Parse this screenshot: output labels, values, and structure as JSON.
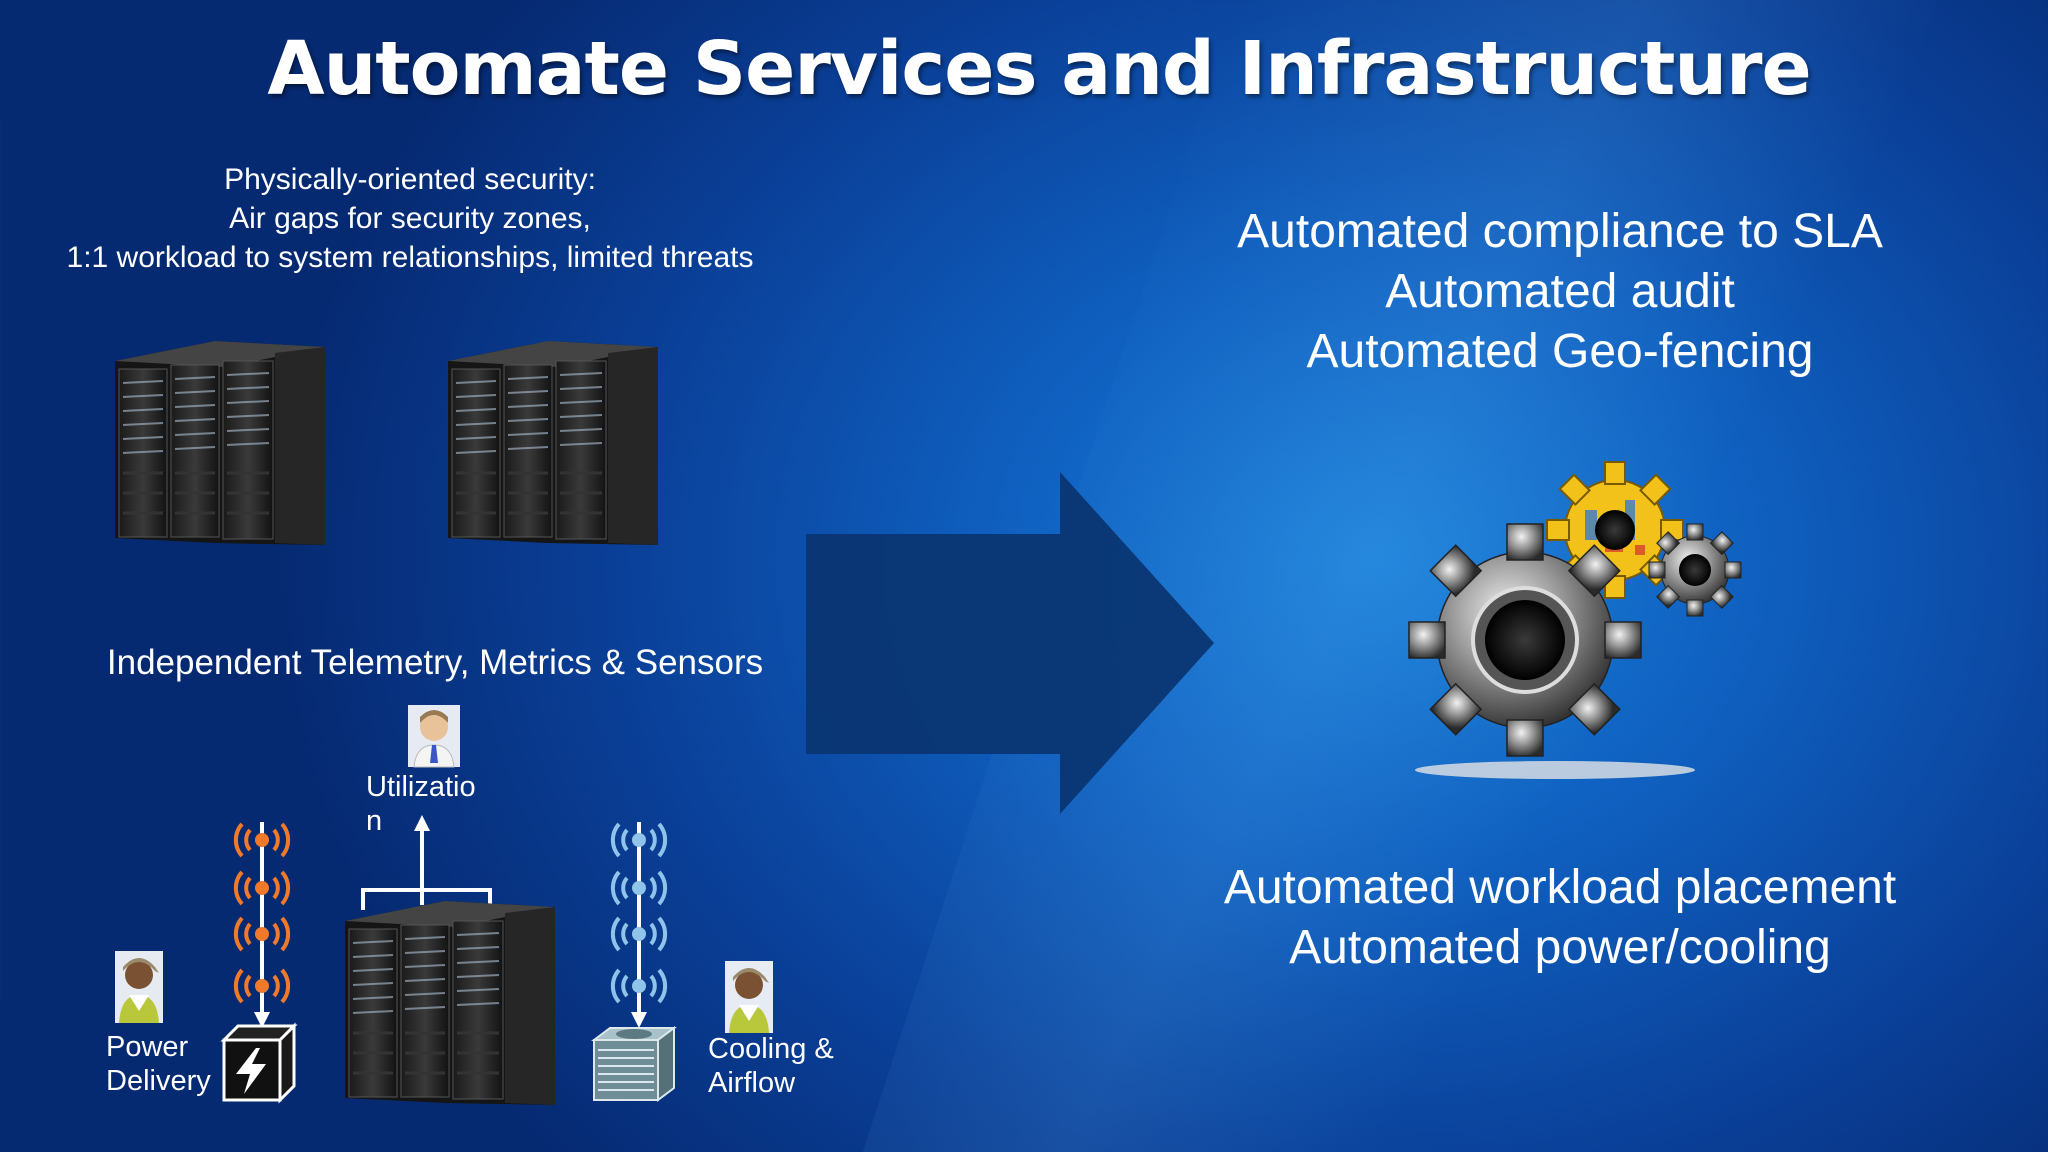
{
  "slide": {
    "title": "Automate Services and Infrastructure",
    "security": {
      "lines": [
        "Physically-oriented security:",
        "Air gaps for security zones,",
        "1:1 workload to system relationships, limited threats"
      ]
    },
    "telemetry": {
      "heading": "Independent Telemetry, Metrics & Sensors",
      "labels": {
        "utilization_line1": "Utilizatio",
        "utilization_line2": "n",
        "power_line1": "Power",
        "power_line2": "Delivery",
        "cooling_line1": "Cooling &",
        "cooling_line2": "Airflow"
      }
    },
    "automation_top": [
      "Automated compliance to SLA",
      "Automated audit",
      "Automated Geo-fencing"
    ],
    "automation_bottom": [
      "Automated workload placement",
      "Automated power/cooling"
    ]
  },
  "icons": {
    "server_rack": "server-rack-icon",
    "arrow": "right-arrow-icon",
    "gears": "gears-icon",
    "person": "person-icon",
    "sensor": "wireless-sensor-icon",
    "power": "lightning-bolt-icon",
    "cooling": "air-conditioner-icon"
  },
  "colors": {
    "background": "#0d56b5",
    "arrow": "#0a3470",
    "sensor_orange": "#f07a2a",
    "sensor_blue": "#8fc3ea",
    "chip_yellow": "#f2c21b"
  }
}
